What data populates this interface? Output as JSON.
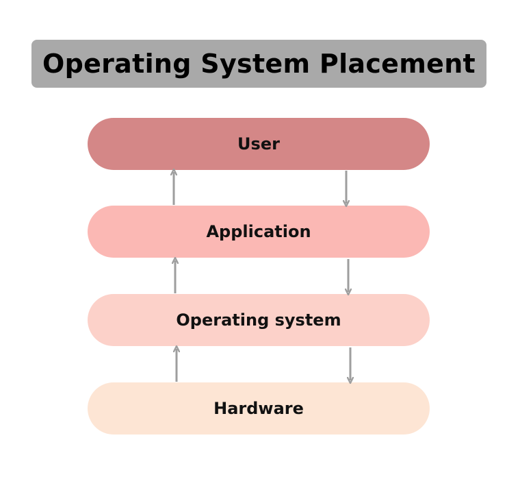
{
  "title": "Operating System Placement",
  "layers": [
    {
      "label": "User",
      "color": "#d48787"
    },
    {
      "label": "Application",
      "color": "#fbb8b4"
    },
    {
      "label": "Operating system",
      "color": "#fcd1c9"
    },
    {
      "label": "Hardware",
      "color": "#fde5d4"
    }
  ],
  "colors": {
    "title_background": "#a9a9a9",
    "arrow": "#9e9e9e"
  }
}
